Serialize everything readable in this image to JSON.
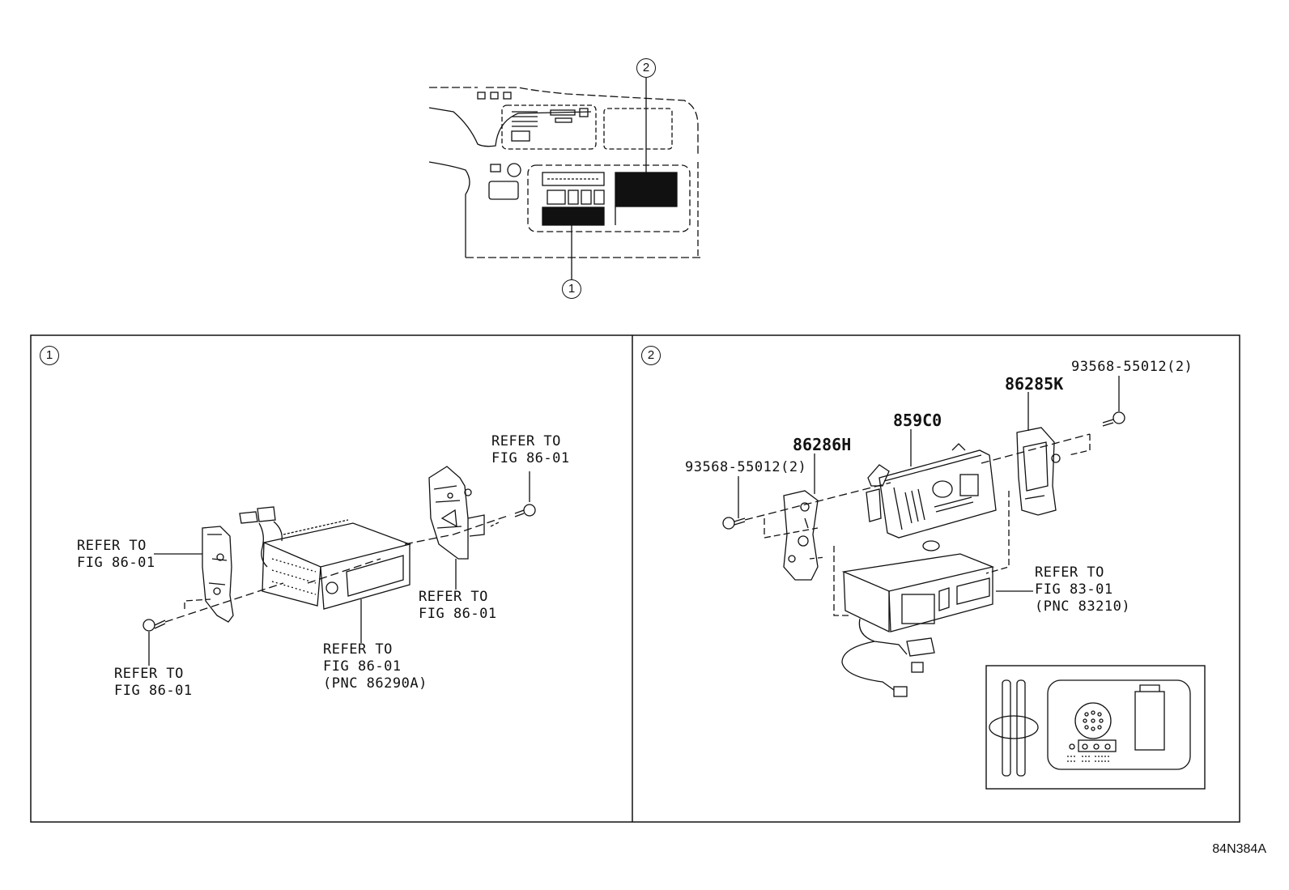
{
  "callouts": {
    "one": "1",
    "two": "2"
  },
  "panel_left": {
    "index": "1",
    "label_left": "REFER TO\nFIG 86-01",
    "label_bottom": "REFER TO\nFIG 86-01",
    "label_center": "REFER TO\nFIG 86-01\n(PNC 86290A)",
    "label_bracket": "REFER TO\nFIG 86-01",
    "label_top_right": "REFER TO\nFIG 86-01"
  },
  "panel_right": {
    "index": "2",
    "part_bolt_left": "93568-55012(2)",
    "part_bracket_left": "86286H",
    "part_unit": "859C0",
    "part_bracket_right": "86285K",
    "part_bolt_right": "93568-55012(2)",
    "label_refer": "REFER TO\nFIG 83-01\n(PNC 83210)"
  },
  "diagram_id": "84N384A",
  "colors": {
    "line": "#111111",
    "background": "#ffffff"
  }
}
